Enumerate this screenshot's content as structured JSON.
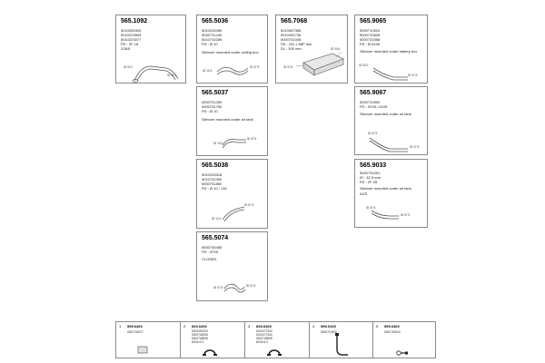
{
  "cards": {
    "c1092": {
      "code": "565.1092",
      "lines": [
        "5010283409",
        "5010223509",
        "5010223077"
      ],
      "pd": "PD : 2F 18",
      "note": "2/365",
      "labels": [
        "ID 02.1",
        "ID 42.1"
      ]
    },
    "c5036": {
      "code": "565.5036",
      "lines": [
        "5010234489",
        "5000731240",
        "5010734289"
      ],
      "pd": "PD : Ø 10",
      "note": "Silencer mounted under ceiling box",
      "labels": [
        "ID 10.3",
        "ID 07.9"
      ]
    },
    "c7068": {
      "code": "565.7068",
      "lines": [
        "5010067385",
        "5010281736",
        "5000731008"
      ],
      "pd": "SS : 232 x 88P mm",
      "note": "DL : 300 mm",
      "labels": [
        "ID 07.6",
        "ID 04.5"
      ]
    },
    "c9065": {
      "code": "565.9065",
      "lines": [
        "5000710524",
        "5000710628",
        "5000731558"
      ],
      "pd": "PD : Ø 6105",
      "note": "Silencer mounted under battery box",
      "labels": [
        "ID 02.0",
        "ID 07.5"
      ]
    },
    "c5037": {
      "code": "565.5037",
      "lines": [
        "5000731250",
        "5000731750"
      ],
      "pd": "PD : Ø 10",
      "note": "Silencer mounted under air tank",
      "labels": [
        "ID 10.3",
        "ID 07.9"
      ]
    },
    "c9067": {
      "code": "565.9067",
      "lines": [
        "5000710500"
      ],
      "pd": "PD : 2F05 / 6105",
      "note": "Silencer mounted under air tank",
      "labels": [
        "ID 07.5",
        "ID 07.9"
      ]
    },
    "c5038": {
      "code": "565.5038",
      "lines": [
        "5010233018",
        "5010732452",
        "5000731850"
      ],
      "pd": "PD : Ø 10 / 135",
      "note": "",
      "labels": [
        "ID 12.3",
        "ID 07.9"
      ]
    },
    "c9033": {
      "code": "565.9033",
      "lines": [
        "5000731051"
      ],
      "pd": "ID : 42.5 mm",
      "note": "Silencer mounted under air tank",
      "extra": [
        "PD : 2F 05"
      ],
      "note2": "ACR",
      "labels": [
        "ID 07.5",
        "ID 07.9"
      ]
    },
    "c5074": {
      "code": "565.5074",
      "lines": [
        "5000745455"
      ],
      "pd": "PD : 2F05",
      "note": "CLOSED",
      "labels": [
        "ID 07.5",
        "ID 07.9"
      ]
    }
  },
  "strip": [
    {
      "num": "1",
      "code": "599.0403",
      "lines": [
        "5000704027"
      ],
      "icon": "bracket-icon"
    },
    {
      "num": "2",
      "code": "609.0206",
      "lines": [
        "5000450206",
        "5000748358",
        "5000748598",
        "Ø106.5 0"
      ],
      "icon": "clamp-icon"
    },
    {
      "num": "3",
      "code": "609.0265",
      "lines": [
        "5010077540",
        "5010077540",
        "5000748598",
        "Ø106.5 0"
      ],
      "icon": "clamp-icon"
    },
    {
      "num": "4",
      "code": "599.0105",
      "lines": [
        "5000710505"
      ],
      "icon": "hanger-icon"
    },
    {
      "num": "5",
      "code": "599.0400",
      "lines": [
        "5000750510"
      ],
      "icon": "rubber-mount-icon"
    }
  ]
}
